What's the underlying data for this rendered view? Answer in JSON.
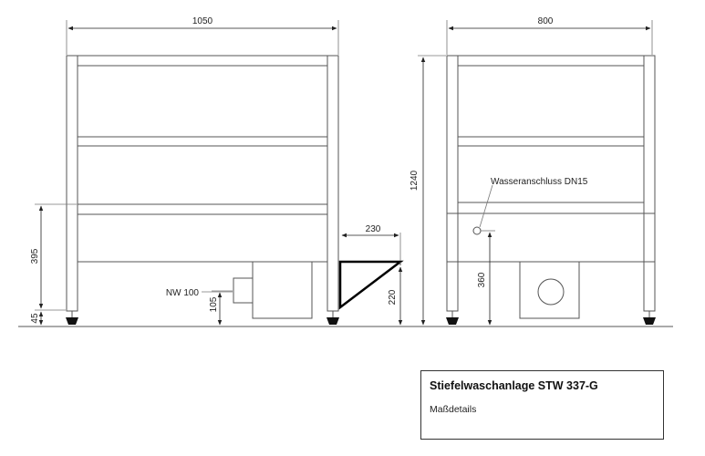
{
  "dimensions": {
    "width_front": "1050",
    "width_side": "800",
    "height_total": "1240",
    "height_tank": "395",
    "height_foot": "45",
    "height_drain": "105",
    "depth_bracket": "230",
    "height_bracket": "220",
    "height_water": "360"
  },
  "labels": {
    "drain": "NW 100",
    "water": "Wasseranschluss DN15"
  },
  "title_block": {
    "title": "Stiefelwaschanlage STW 337-G",
    "subtitle": "Maßdetails"
  }
}
